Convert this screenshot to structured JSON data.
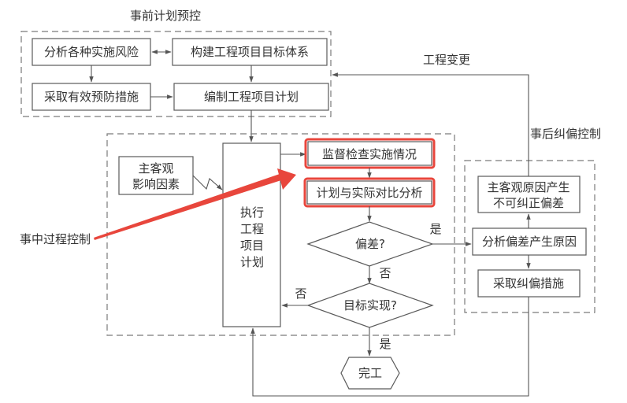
{
  "title": "工程项目目标控制流程",
  "sections": {
    "pre_control": "事前计划预控",
    "in_process_control": "事中过程控制",
    "post_control": "事后纠偏控制"
  },
  "nodes": {
    "analyze_risk": "分析各种实施风险",
    "build_target_system": "构建工程项目目标体系",
    "preventive_measures": "采取有效预防措施",
    "compile_plan": "编制工程项目计划",
    "influence_factors_line1": "主客观",
    "influence_factors_line2": "影响因素",
    "execute_line1": "执行",
    "execute_line2": "工程",
    "execute_line3": "项目",
    "execute_line4": "计划",
    "monitor": "监督检查实施情况",
    "compare": "计划与实际对比分析",
    "deviation_decision": "偏差?",
    "target_decision": "目标实现?",
    "uncorrectable_line1": "主客观原因产生",
    "uncorrectable_line2": "不可纠正偏差",
    "analyze_cause": "分析偏差产生原因",
    "corrective_measures": "采取纠偏措施",
    "completion": "完工"
  },
  "edge_labels": {
    "engineering_change": "工程变更",
    "deviation_yes": "是",
    "deviation_no": "否",
    "target_no": "否",
    "target_yes": "是"
  },
  "colors": {
    "highlight": "#e8463c",
    "line": "#555555",
    "dashed": "#7a7a7a"
  }
}
